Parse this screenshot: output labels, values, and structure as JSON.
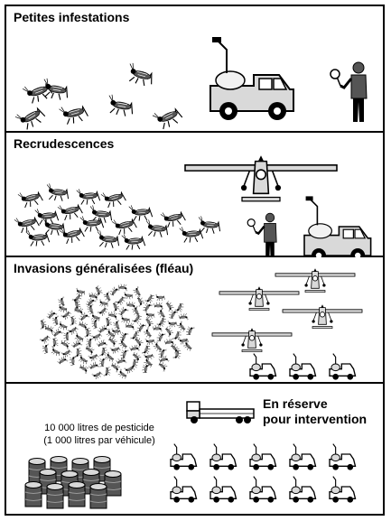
{
  "panels": [
    {
      "title": "Petites infestations"
    },
    {
      "title": "Recrudescences"
    },
    {
      "title": "Invasions généralisées (fléau)"
    },
    {
      "title": "",
      "reserve_line1": "En réserve",
      "reserve_line2": "pour intervention",
      "pesticide_line1": "10 000 litres de pesticide",
      "pesticide_line2": "(1 000 litres par véhicule)"
    }
  ],
  "colors": {
    "line": "#000000",
    "fill": "#d9d9d9",
    "dark": "#555555",
    "bg": "#ffffff"
  },
  "icons": [
    "locust-icon",
    "pickup-truck-sprayer-icon",
    "person-sprayer-icon",
    "aircraft-icon",
    "lorry-icon",
    "pesticide-drum-icon"
  ]
}
